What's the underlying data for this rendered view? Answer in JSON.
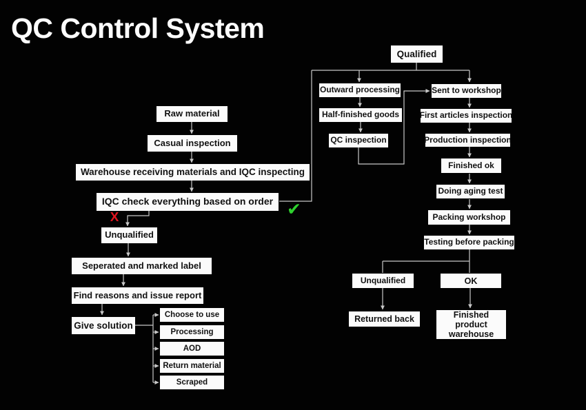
{
  "title": "QC Control System",
  "colors": {
    "background": "#020202",
    "box_fill": "#fbfbfb",
    "box_text": "#111111",
    "line": "#c9c9c9",
    "check_green": "#2ed02e",
    "cross_red": "#e0141f"
  },
  "icons": {
    "qualified_check": "✔",
    "unqualified_cross": "X"
  },
  "nodes": {
    "raw_material": "Raw material",
    "casual_inspection": "Casual inspection",
    "warehouse_receiving": "Warehouse receiving materials and IQC inspecting",
    "iqc_check": "IQC check everything based on order",
    "unqualified_left": "Unqualified",
    "seperated_marked": "Seperated and marked label",
    "find_reasons": "Find reasons and issue report",
    "give_solution": "Give solution",
    "choose_to_use": "Choose to use",
    "processing": "Processing",
    "aod": "AOD",
    "return_material": "Return material",
    "scraped": "Scraped",
    "qualified": "Qualified",
    "outward_processing": "Outward processing",
    "half_finished_goods": "Half-finished goods",
    "qc_inspection": "QC inspection",
    "sent_to_workshop": "Sent to workshop",
    "first_articles_inspection": "First articles inspection",
    "production_inspection": "Production inspection",
    "finished_ok": "Finished ok",
    "doing_aging_test": "Doing aging test",
    "packing_workshop": "Packing workshop",
    "testing_before_packing": "Testing before packing",
    "unqualified_right": "Unqualified",
    "ok": "OK",
    "returned_back": "Returned back",
    "finished_product_warehouse": "Finished product warehouse"
  }
}
